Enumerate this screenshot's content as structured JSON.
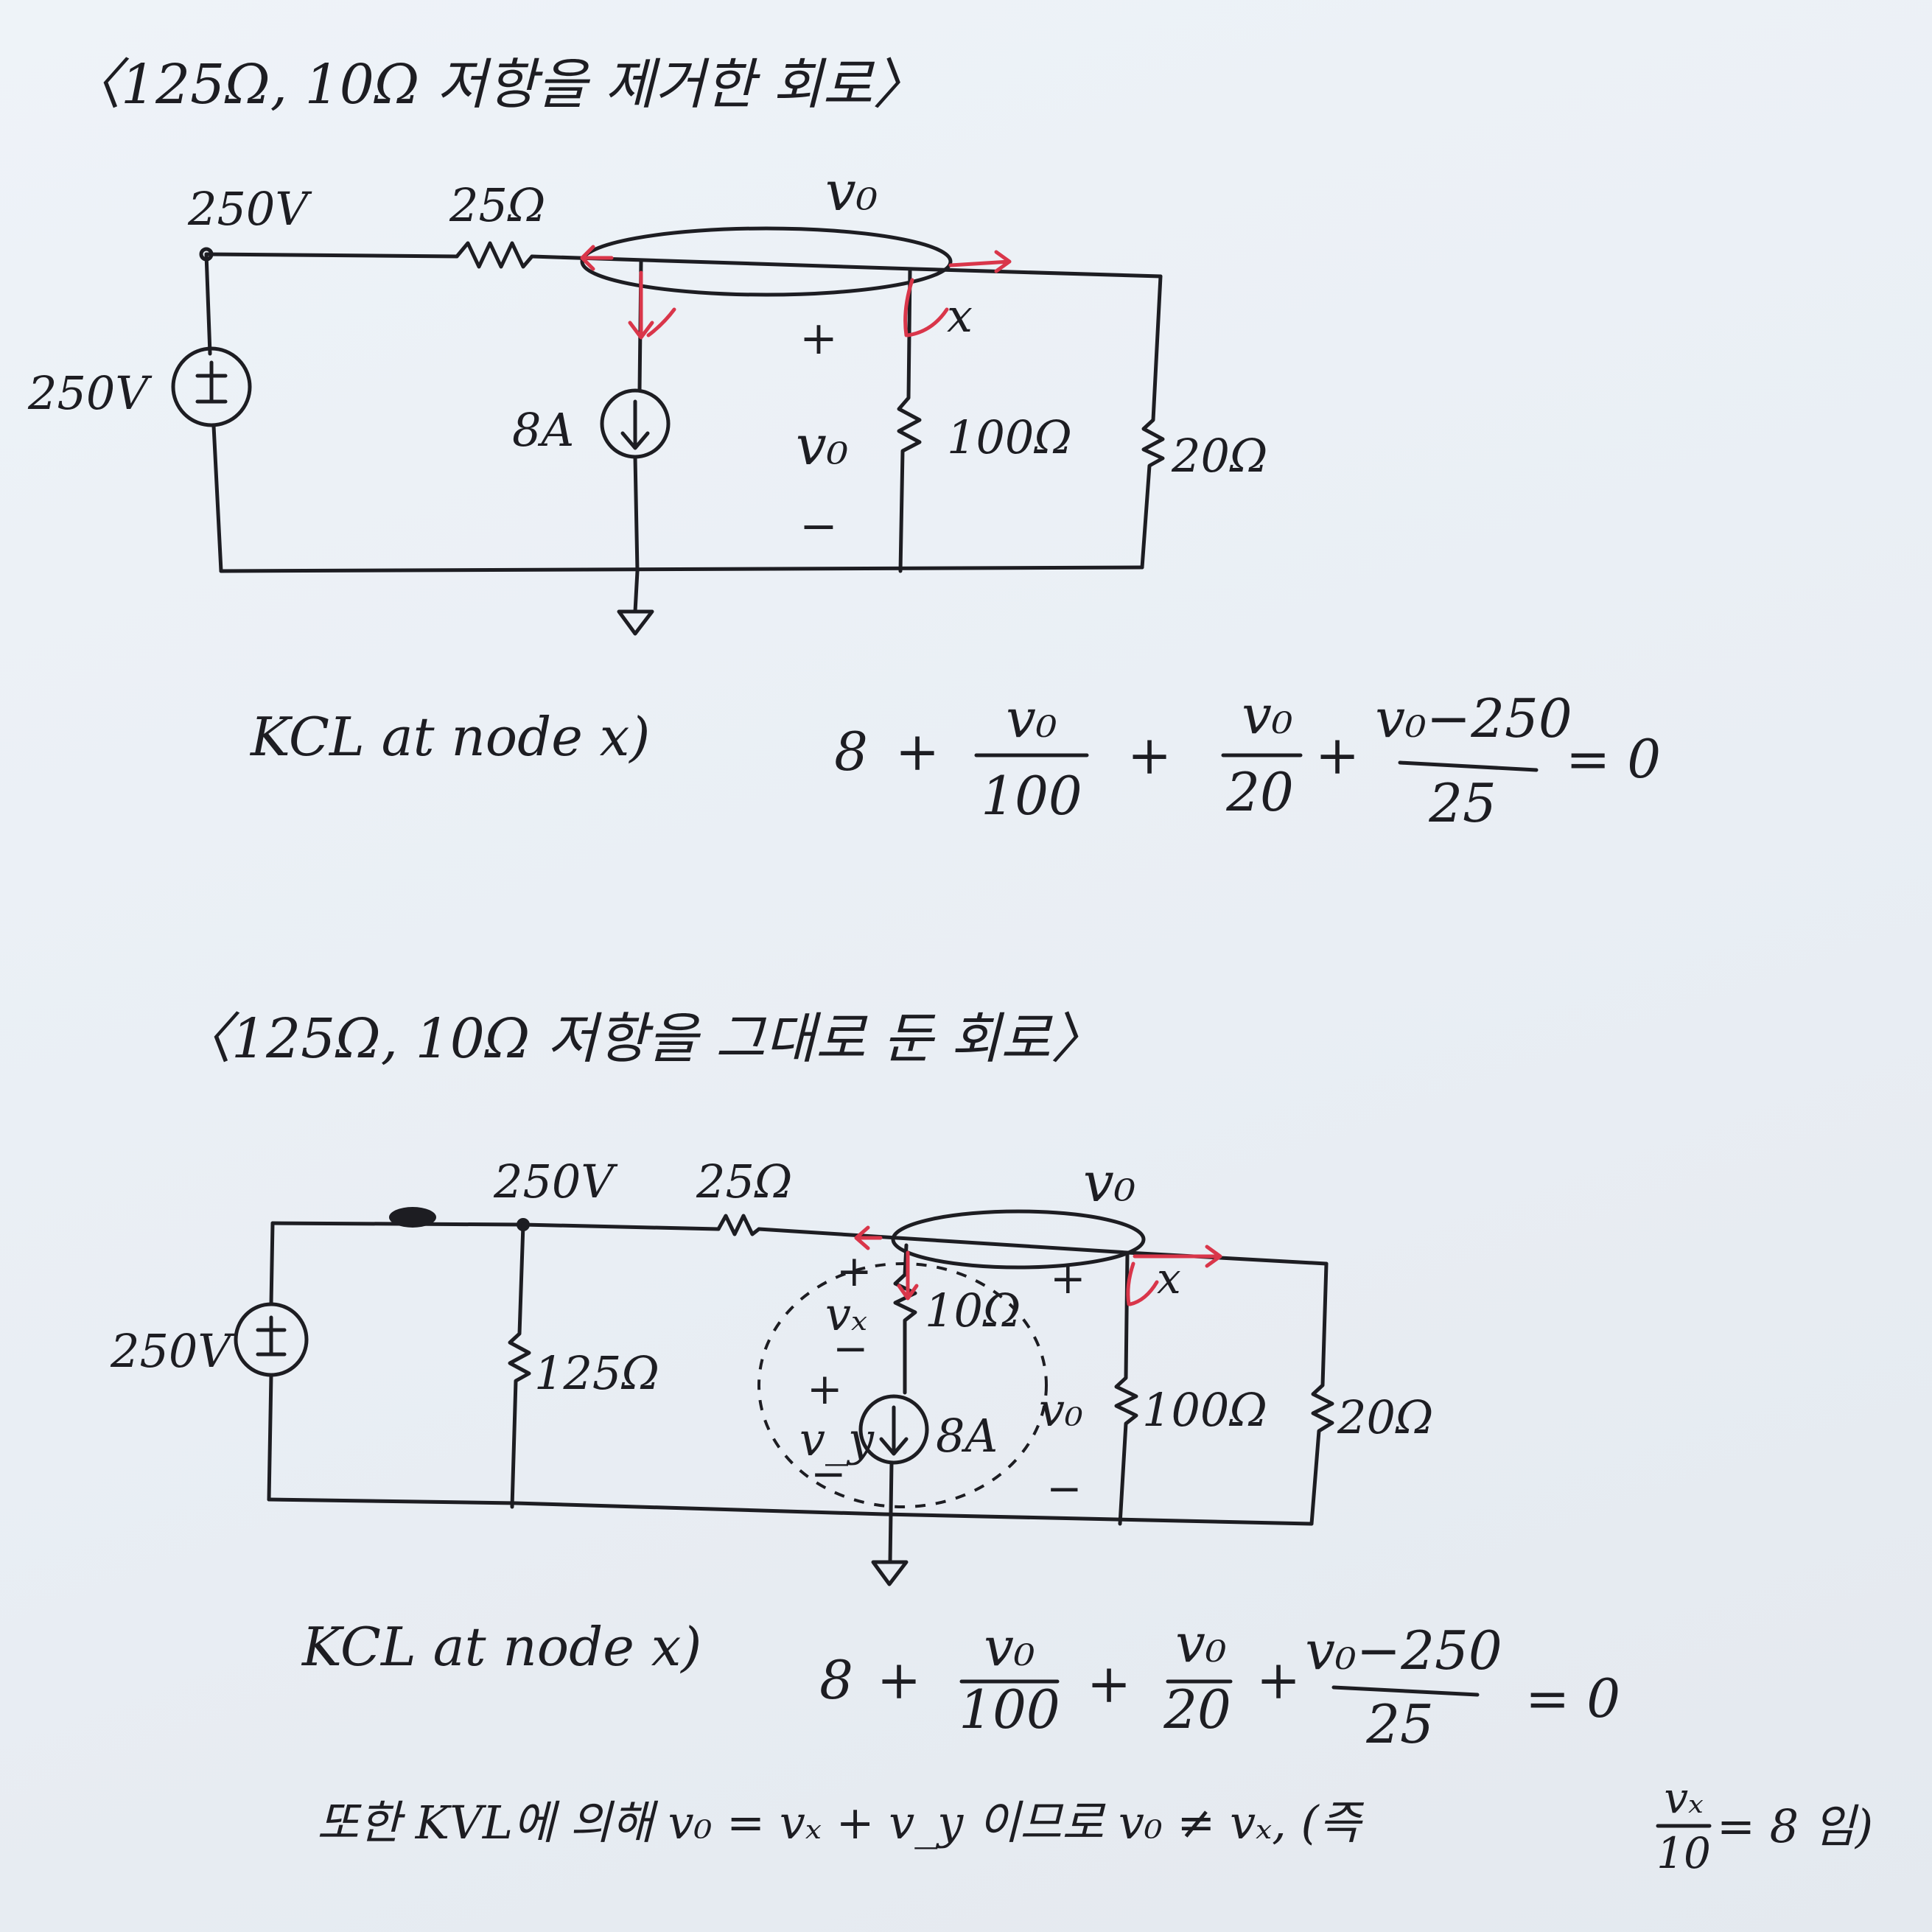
{
  "top": {
    "title": "〈125Ω, 10Ω 저항을 제거한 회로〉",
    "labels": {
      "node_voltage": "250V",
      "r25": "25Ω",
      "vo_top": "v₀",
      "source": "250V",
      "current": "8A",
      "plus": "+",
      "vo_mid": "v₀",
      "minus": "−",
      "r100": "100Ω",
      "r20": "20Ω",
      "node_x": "x"
    },
    "kcl": {
      "prefix": "KCL at node x)",
      "t1": "8",
      "p1": "+",
      "n1": "v₀",
      "d1": "100",
      "p2": "+",
      "n2": "v₀",
      "d2": "20",
      "p3": "+",
      "n3": "v₀−250",
      "d3": "25",
      "rhs": "= 0"
    }
  },
  "bottom": {
    "title": "〈125Ω, 10Ω 저항을 그대로 둔 회로〉",
    "labels": {
      "node_voltage": "250V",
      "r25": "25Ω",
      "vo_top": "v₀",
      "source": "250V",
      "r125": "125Ω",
      "plus_x": "+",
      "vx": "vₓ",
      "minus_x": "−",
      "r10": "10Ω",
      "plus_y": "+",
      "vy": "v_y",
      "minus_y": "−",
      "current": "8A",
      "plus_o": "+",
      "vo_mid": "v₀",
      "minus_o": "−",
      "r100": "100Ω",
      "r20": "20Ω",
      "node_x": "x"
    },
    "kcl": {
      "prefix": "KCL at node x)",
      "t1": "8",
      "p1": "+",
      "n1": "v₀",
      "d1": "100",
      "p2": "+",
      "n2": "v₀",
      "d2": "20",
      "p3": "+",
      "n3": "v₀−250",
      "d3": "25",
      "rhs": "= 0"
    },
    "note": {
      "text": "또한 KVL에 의해 v₀ = vₓ + v_y 이므로 v₀ ≠ vₓ, (즉",
      "frac_num": "vₓ",
      "frac_den": "10",
      "tail": "= 8 임)"
    }
  },
  "colors": {
    "ink": "#1d1d22",
    "annotation_red": "#d9364a",
    "paper": "#eaeff5"
  }
}
